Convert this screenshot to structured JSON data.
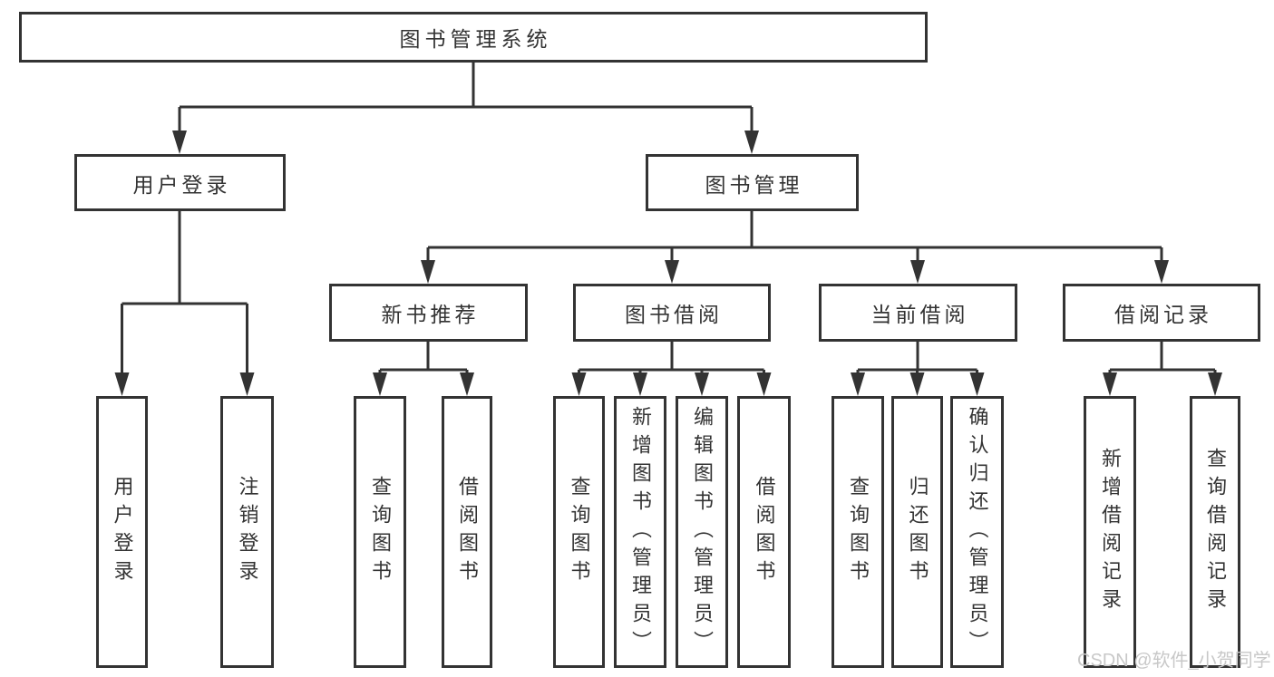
{
  "colors": {
    "line": "#333333",
    "box_border": "#333333",
    "text": "#333333",
    "background": "#ffffff",
    "watermark": "#c8c8c8"
  },
  "tree": {
    "root": {
      "label": "图书管理系统"
    },
    "level1": [
      {
        "label": "用户登录"
      },
      {
        "label": "图书管理"
      }
    ],
    "level2": [
      {
        "label": "新书推荐"
      },
      {
        "label": "图书借阅"
      },
      {
        "label": "当前借阅"
      },
      {
        "label": "借阅记录"
      }
    ],
    "leaves": {
      "user_login": [
        {
          "label": "用户登录"
        },
        {
          "label": "注销登录"
        }
      ],
      "new_book_recommend": [
        {
          "label": "查询图书"
        },
        {
          "label": "借阅图书"
        }
      ],
      "book_borrow": [
        {
          "label": "查询图书"
        },
        {
          "label": "新增图书（管理员）"
        },
        {
          "label": "编辑图书（管理员）"
        },
        {
          "label": "借阅图书"
        }
      ],
      "current_borrow": [
        {
          "label": "查询图书"
        },
        {
          "label": "归还图书"
        },
        {
          "label": "确认归还（管理员）"
        }
      ],
      "borrow_record": [
        {
          "label": "新增借阅记录"
        },
        {
          "label": "查询借阅记录"
        }
      ]
    }
  },
  "watermark": {
    "text": "CSDN @软件_小贺同学"
  }
}
